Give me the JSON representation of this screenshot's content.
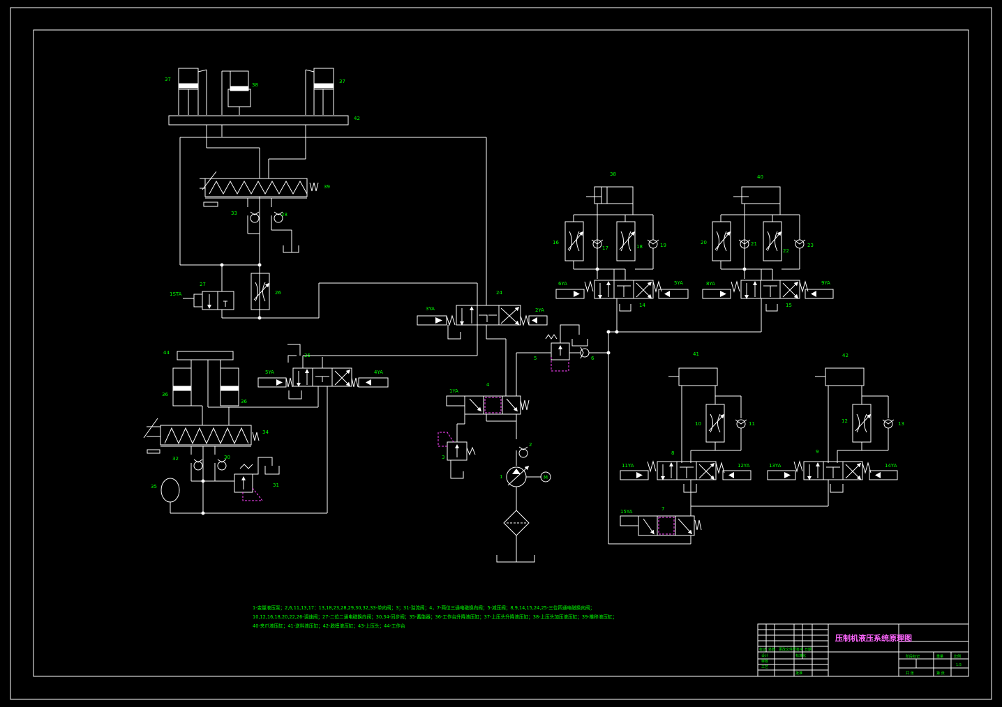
{
  "drawing": {
    "title": "压制机液压系统原理图",
    "legend": "1-变量液压泵；2,6,11,13,17：13,18,23,28,29,30,32,33-单向阀；3；31-溢流阀；4，7-两位三通电磁换向阀；5-减压阀；8,9,14,15,24,25-三位四通电磁换向阀；10,12,16,18,20,22,26-调速阀；27-二位二通电磁换向阀；30,34-同步阀；35-蓄能器；36-工作台升降液压缸；37-上压头升降液压缸；38-上压头加压液压缸；39-推移液压缸；40-夹爪液压缸；41-送料液压缸；42-脱模液压缸；43-上压头；44-工作台"
  },
  "labels": {
    "c37": "37",
    "c38": "38",
    "c37b": "37",
    "c42": "42",
    "v39": "39",
    "v33": "33",
    "v28": "28",
    "v27": "27",
    "v26": "26",
    "sol27": "1STA",
    "v24": "24",
    "sol24l": "3YA",
    "sol24r": "2YA",
    "c38b": "38",
    "c40": "40",
    "v16": "16",
    "v17": "17",
    "v18": "18",
    "v19": "19",
    "v20": "20",
    "v21": "21",
    "v22": "22",
    "v23": "23",
    "v14": "14",
    "v15": "15",
    "s14l": "6YA",
    "s14r": "5YA",
    "s15l": "8YA",
    "s15r": "9YA",
    "v5": "5",
    "v6": "6",
    "c44": "44",
    "c36a": "36",
    "c36b": "36",
    "v25": "25",
    "s25l": "5YA",
    "s25r": "4YA",
    "v34": "34",
    "v32": "32",
    "v30": "30",
    "v35": "35",
    "v31": "31",
    "v4": "4",
    "s4": "1YA",
    "v3": "3",
    "v2": "2",
    "v1": "1",
    "mtr": "M",
    "c41": "41",
    "c42b": "42",
    "v10": "10",
    "v11": "11",
    "v12": "12",
    "v13": "13",
    "v8": "8",
    "v9": "9",
    "s8l": "11YA",
    "s8r": "12YA",
    "s9l": "13YA",
    "s9r": "14YA",
    "v7": "7",
    "s7": "15YA"
  },
  "titleblock": {
    "r1": "标记",
    "r2": "处数",
    "r3": "更改文件号",
    "r4": "签字",
    "r5": "日期",
    "design": "设计",
    "std": "标准化",
    "check": "审核",
    "craft": "工艺",
    "approve": "批准",
    "stage": "阶段标记",
    "weight": "重量",
    "scale": "比例",
    "ratio": "1:5",
    "sheets": "共 张",
    "sheet": "第 张"
  }
}
